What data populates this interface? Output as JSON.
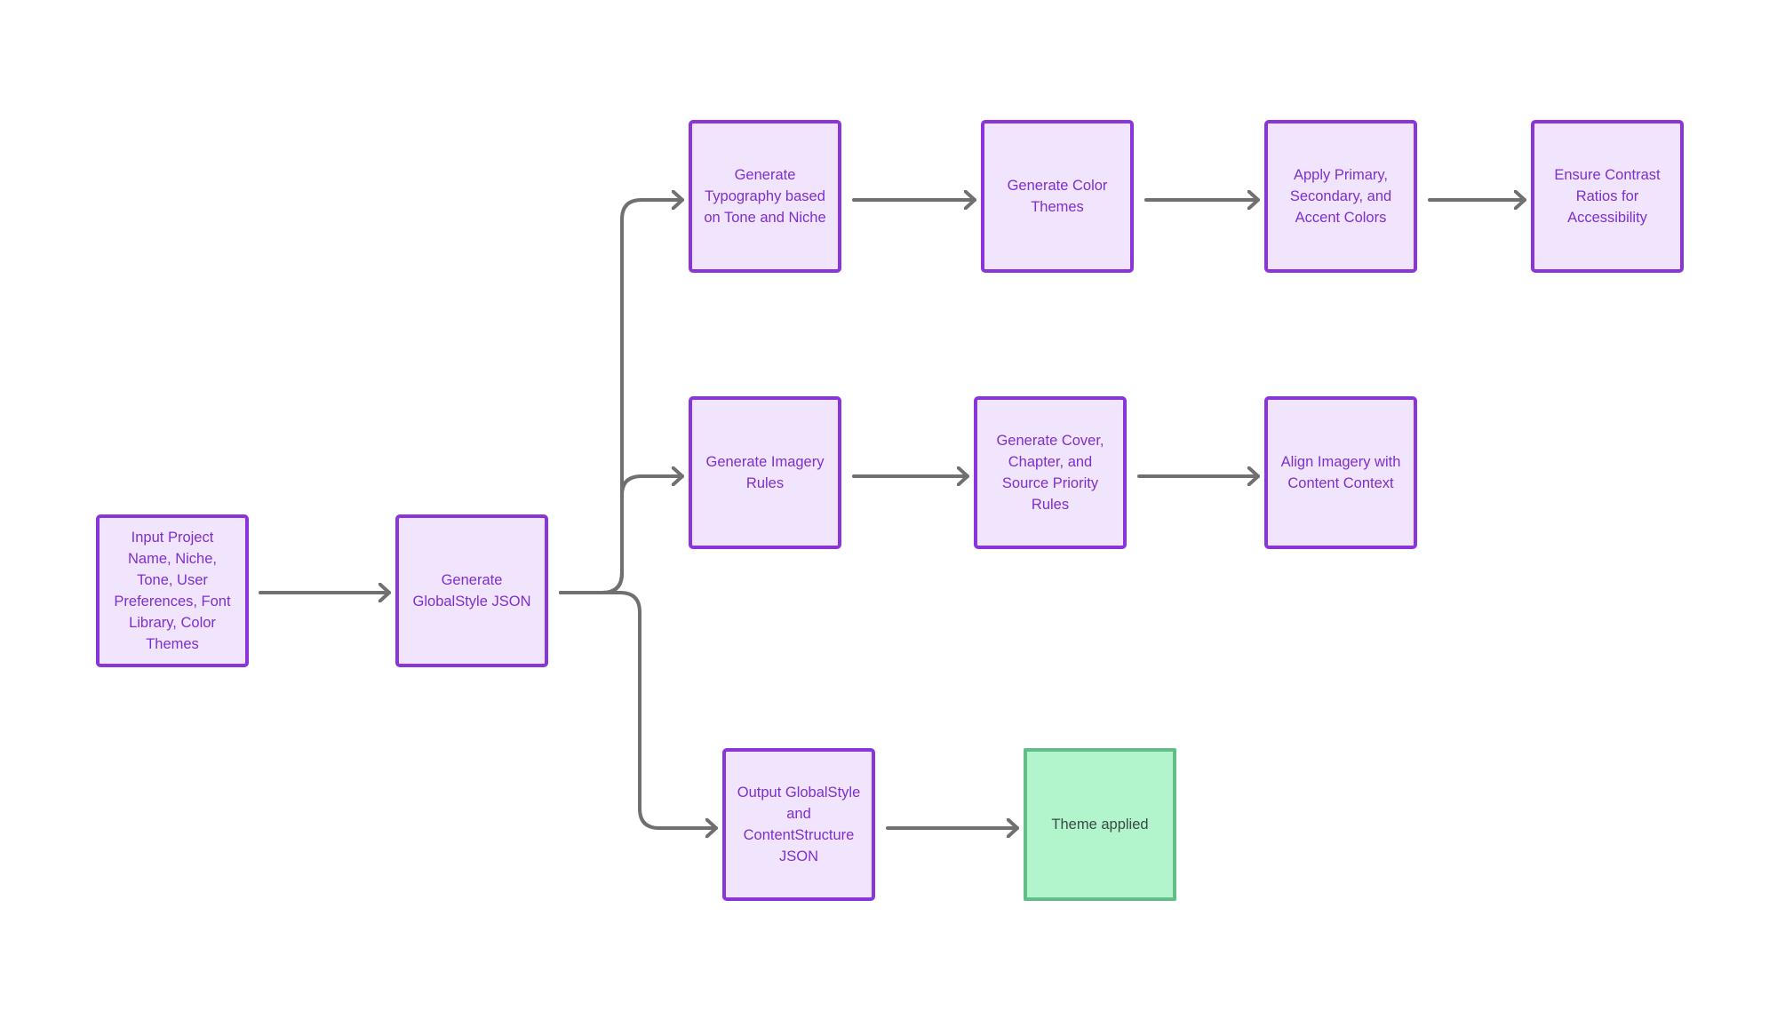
{
  "colors": {
    "node_fill": "#f1e5fd",
    "node_border": "#8a35d9",
    "node_text": "#7e2fce",
    "final_fill": "#b2f5cc",
    "final_border": "#62bd88",
    "final_text": "#3a4a44",
    "connector": "#707070"
  },
  "nodes": {
    "input": "Input Project Name, Niche, Tone, User Preferences, Font Library, Color Themes",
    "generate_globalstyle": "Generate GlobalStyle JSON",
    "generate_typography": "Generate Typography based on Tone and Niche",
    "generate_color_themes": "Generate Color Themes",
    "apply_colors": "Apply Primary, Secondary, and Accent Colors",
    "ensure_contrast": "Ensure Contrast Ratios for Accessibility",
    "generate_imagery_rules": "Generate Imagery Rules",
    "generate_cover_rules": "Generate Cover, Chapter, and Source Priority Rules",
    "align_imagery": "Align Imagery with Content Context",
    "output_json": "Output GlobalStyle and ContentStructure JSON",
    "theme_applied": "Theme applied"
  }
}
